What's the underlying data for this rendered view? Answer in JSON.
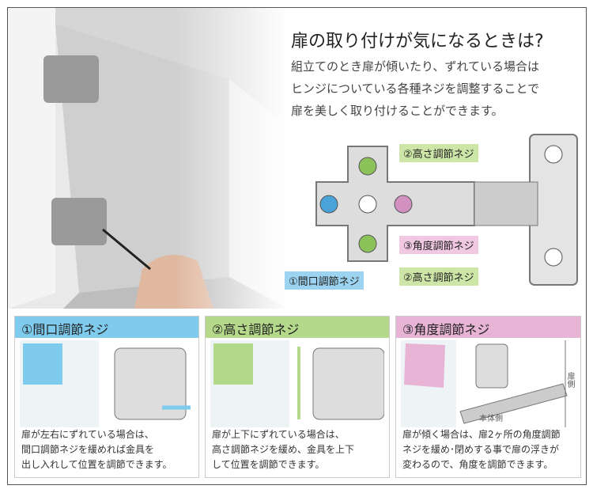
{
  "header": {
    "title": "扉の取り付けが気になるときは?",
    "lead": [
      "組立てのとき扉が傾いたり、ずれている場合は",
      "ヒンジについている各種ネジを調整することで",
      "扉を美しく取り付けることができます。"
    ]
  },
  "diagram": {
    "labels": {
      "width": "①間口調節ネジ",
      "height_top": "②高さ調節ネジ",
      "angle": "③角度調節ネジ",
      "height_bottom": "②高さ調節ネジ"
    }
  },
  "panels": [
    {
      "title": "①間口調節ネジ",
      "color": "#7ecbee",
      "text": [
        "扉が左右にずれている場合は、",
        "間口調節ネジを緩めれば金具を",
        "出し入れして位置を調節できます。"
      ]
    },
    {
      "title": "②高さ調節ネジ",
      "color": "#b5d98a",
      "text": [
        "扉が上下にずれている場合は、",
        "高さ調節ネジを緩め、金具を上下",
        "して位置を調節できます。"
      ]
    },
    {
      "title": "③角度調節ネジ",
      "color": "#e8b4d6",
      "text": [
        "扉が傾く場合は、扉2ヶ所の角度調節",
        "ネジを緩め･閉めする事で扉の浮きが",
        "変わるので、角度を調節できます。"
      ],
      "door_side": "扉側",
      "body_side": "本体側"
    }
  ]
}
